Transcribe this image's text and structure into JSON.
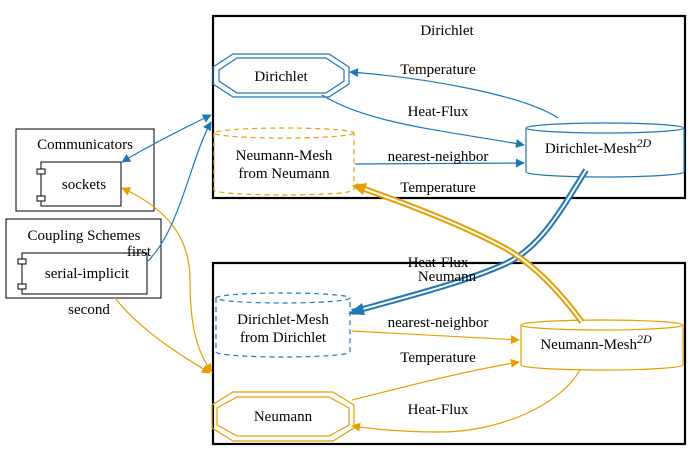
{
  "colors": {
    "blue": "#1f77b4",
    "orange": "#e69f00",
    "black": "#000000"
  },
  "clusters": {
    "dirichlet": {
      "label": "Dirichlet"
    },
    "neumann": {
      "label": "Neumann"
    },
    "communicators": {
      "label": "Communicators"
    },
    "coupling": {
      "label": "Coupling Schemes"
    }
  },
  "nodes": {
    "dirichlet_participant": "Dirichlet",
    "dirichlet_mesh": "Dirichlet-Mesh",
    "dirichlet_mesh_sup": "2D",
    "neumann_mesh_from_line1": "Neumann-Mesh",
    "neumann_mesh_from_line2": "from Neumann",
    "neumann_participant": "Neumann",
    "neumann_mesh": "Neumann-Mesh",
    "neumann_mesh_sup": "2D",
    "dirichlet_mesh_from_line1": "Dirichlet-Mesh",
    "dirichlet_mesh_from_line2": "from Dirichlet",
    "sockets": "sockets",
    "serial_implicit": "serial-implicit"
  },
  "edge_labels": {
    "d_temperature": "Temperature",
    "d_heat_flux": "Heat-Flux",
    "d_nearest_neighbor": "nearest-neighbor",
    "d_temperature_2": "Temperature",
    "cross_heat_flux": "Heat-Flux",
    "n_nearest_neighbor": "nearest-neighbor",
    "n_temperature": "Temperature",
    "n_heat_flux": "Heat-Flux",
    "first": "first",
    "second": "second"
  }
}
